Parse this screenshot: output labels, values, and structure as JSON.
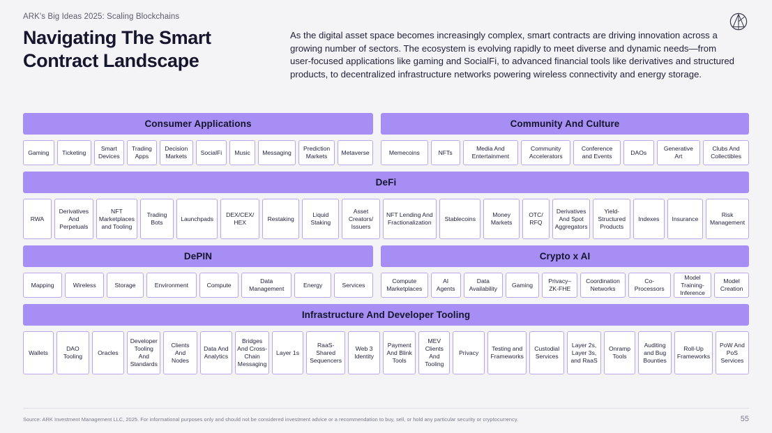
{
  "header": {
    "kicker": "ARK's Big Ideas 2025: Scaling Blockchains",
    "title": "Navigating The Smart Contract Landscape",
    "intro": "As the digital asset space becomes increasingly complex, smart contracts are driving innovation across a growing number of sectors. The ecosystem is evolving rapidly to meet diverse and dynamic needs—from user-focused applications like gaming and SocialFi, to advanced financial tools like derivatives and structured products, to decentralized infrastructure networks powering wireless connectivity and energy storage.",
    "logo_name": "ark-invest-logo"
  },
  "colors": {
    "background": "#f4f4f6",
    "band_header": "#a68ef5",
    "item_border": "#b9a7ea",
    "item_fill": "#ffffff",
    "text_dark": "#15152c",
    "text_muted": "#7a7a8c"
  },
  "groups": [
    {
      "id": "consumer-applications",
      "title": "Consumer Applications",
      "flex": 502,
      "items": [
        {
          "label": "Gaming",
          "flex": 50
        },
        {
          "label": "Ticketing",
          "flex": 56
        },
        {
          "label": "Smart\nDevices",
          "flex": 48
        },
        {
          "label": "Trading\nApps",
          "flex": 48
        },
        {
          "label": "Decision\nMarkets",
          "flex": 54
        },
        {
          "label": "SocialFi",
          "flex": 50
        },
        {
          "label": "Music",
          "flex": 40
        },
        {
          "label": "Messaging",
          "flex": 62
        },
        {
          "label": "Prediction\nMarkets",
          "flex": 60
        },
        {
          "label": "Metaverse",
          "flex": 58
        }
      ]
    },
    {
      "id": "community-and-culture",
      "title": "Community And Culture",
      "flex": 528,
      "items": [
        {
          "label": "Memecoins",
          "flex": 72
        },
        {
          "label": "NFTs",
          "flex": 42
        },
        {
          "label": "Media And\nEntertainment",
          "flex": 86
        },
        {
          "label": "Community\nAccelerators",
          "flex": 76
        },
        {
          "label": "Conference\nand Events",
          "flex": 72
        },
        {
          "label": "DAOs",
          "flex": 44
        },
        {
          "label": "Generative\nArt",
          "flex": 66
        },
        {
          "label": "Clubs And\nCollectibles",
          "flex": 70
        }
      ]
    },
    {
      "id": "defi",
      "title": "DeFi",
      "flex": 1041,
      "items": [
        {
          "label": "RWA",
          "flex": 40
        },
        {
          "label": "Derivatives\nAnd\nPerpetuals",
          "flex": 57
        },
        {
          "label": "NFT\nMarketplaces\nand Tooling",
          "flex": 61
        },
        {
          "label": "Trading\nBots",
          "flex": 48
        },
        {
          "label": "Launchpads",
          "flex": 61
        },
        {
          "label": "DEX/CEX/\nHEX",
          "flex": 57
        },
        {
          "label": "Restaking",
          "flex": 54
        },
        {
          "label": "Liquid\nStaking",
          "flex": 54
        },
        {
          "label": "Asset\nCreators/\nIssuers",
          "flex": 55
        },
        {
          "label": "NFT Lending And\nFractionalization",
          "flex": 82
        },
        {
          "label": "Stablecoins",
          "flex": 61
        },
        {
          "label": "Money\nMarkets",
          "flex": 52
        },
        {
          "label": "OTC/\nRFQ",
          "flex": 38
        },
        {
          "label": "Derivatives\nAnd Spot\nAggregators",
          "flex": 55
        },
        {
          "label": "Yield-\nStructured\nProducts",
          "flex": 55
        },
        {
          "label": "Indexes",
          "flex": 44
        },
        {
          "label": "Insurance",
          "flex": 52
        },
        {
          "label": "Risk\nManagement",
          "flex": 64
        }
      ]
    },
    {
      "id": "depin",
      "title": "DePIN",
      "flex": 502,
      "items": [
        {
          "label": "Mapping",
          "flex": 56
        },
        {
          "label": "Wireless",
          "flex": 56
        },
        {
          "label": "Storage",
          "flex": 52
        },
        {
          "label": "Environment",
          "flex": 74
        },
        {
          "label": "Compute",
          "flex": 56
        },
        {
          "label": "Data\nManagement",
          "flex": 74
        },
        {
          "label": "Energy",
          "flex": 52
        },
        {
          "label": "Services",
          "flex": 56
        }
      ]
    },
    {
      "id": "crypto-x-ai",
      "title": "Crypto x AI",
      "flex": 528,
      "items": [
        {
          "label": "Compute\nMarketplaces",
          "flex": 76
        },
        {
          "label": "AI\nAgents",
          "flex": 46
        },
        {
          "label": "Data\nAvailability",
          "flex": 62
        },
        {
          "label": "Gaming",
          "flex": 52
        },
        {
          "label": "Privacy–\nZK-FHE",
          "flex": 56
        },
        {
          "label": "Coordination\nNetworks",
          "flex": 72
        },
        {
          "label": "Co-\nProcessors",
          "flex": 68
        },
        {
          "label": "Model\nTraining-\nInference",
          "flex": 60
        },
        {
          "label": "Model\nCreation",
          "flex": 54
        }
      ]
    },
    {
      "id": "infrastructure-and-developer-tooling",
      "title": "Infrastructure And Developer Tooling",
      "flex": 1041,
      "items": [
        {
          "label": "Wallets",
          "flex": 47
        },
        {
          "label": "DAO\nTooling",
          "flex": 50
        },
        {
          "label": "Oracles",
          "flex": 50
        },
        {
          "label": "Developer\nTooling\nAnd\nStandards",
          "flex": 52
        },
        {
          "label": "Clients\nAnd Nodes",
          "flex": 52
        },
        {
          "label": "Data And\nAnalytics",
          "flex": 50
        },
        {
          "label": "Bridges\nAnd Cross-\nChain\nMessaging",
          "flex": 53
        },
        {
          "label": "Layer 1s",
          "flex": 48
        },
        {
          "label": "RaaS-Shared\nSequencers",
          "flex": 62
        },
        {
          "label": "Web 3\nIdentity",
          "flex": 49
        },
        {
          "label": "Payment\nAnd Blink\nTools",
          "flex": 51
        },
        {
          "label": "MEV\nClients\nAnd\nTooling",
          "flex": 48
        },
        {
          "label": "Privacy",
          "flex": 49
        },
        {
          "label": "Testing and\nFrameworks",
          "flex": 62
        },
        {
          "label": "Custodial\nServices",
          "flex": 54
        },
        {
          "label": "Layer 2s,\nLayer 3s,\nand RaaS",
          "flex": 53
        },
        {
          "label": "Onramp\nTools",
          "flex": 48
        },
        {
          "label": "Auditing\nand Bug\nBounties",
          "flex": 52
        },
        {
          "label": "Roll-Up\nFrameworks",
          "flex": 60
        },
        {
          "label": "PoW And\nPoS\nServices",
          "flex": 52
        }
      ]
    }
  ],
  "bands": [
    {
      "row_height": "h-sm",
      "groups": [
        "consumer-applications",
        "community-and-culture"
      ]
    },
    {
      "row_height": "h-md",
      "groups": [
        "defi"
      ]
    },
    {
      "row_height": "h-sm",
      "groups": [
        "depin",
        "crypto-x-ai"
      ]
    },
    {
      "row_height": "h-lg",
      "groups": [
        "infrastructure-and-developer-tooling"
      ]
    }
  ],
  "footer": {
    "source": "Source: ARK Investment Management LLC, 2025. For informational purposes only and should not be considered investment advice or a recommendation to buy, sell, or hold any particular security or cryptocurrency.",
    "page_number": "55"
  }
}
